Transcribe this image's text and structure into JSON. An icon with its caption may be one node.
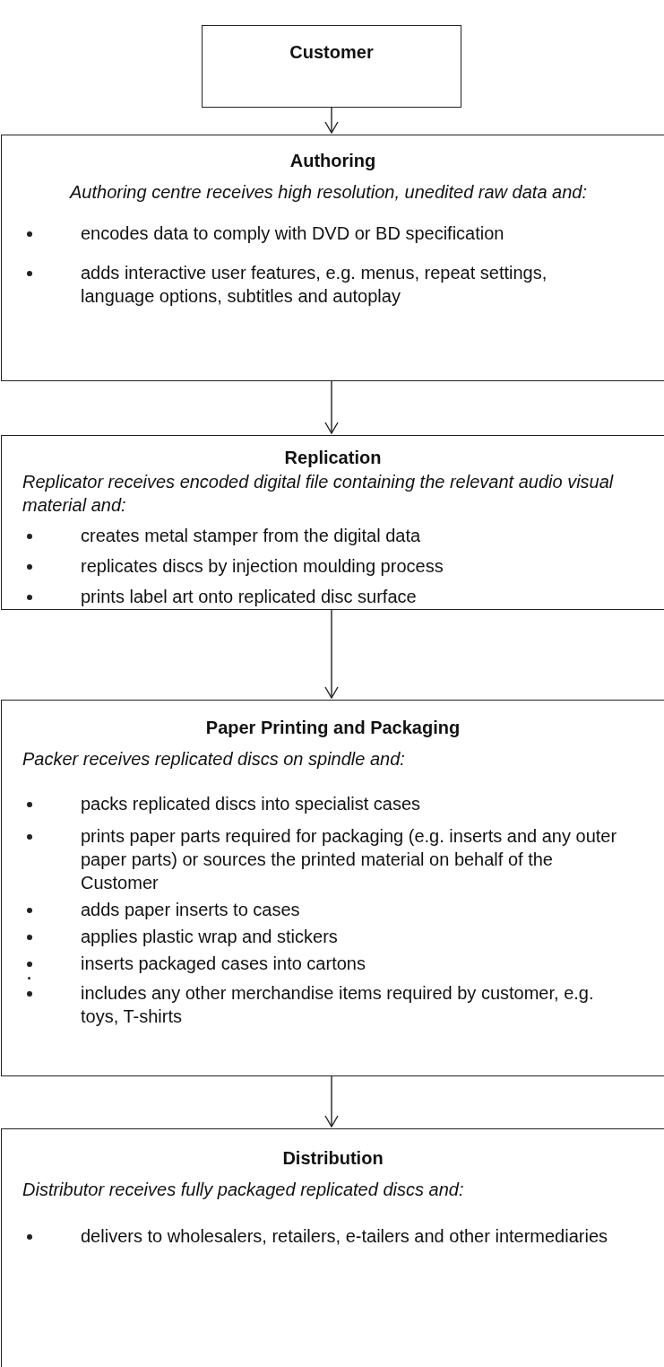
{
  "diagram": {
    "nodes": [
      {
        "text": [
          "Customer"
        ]
      },
      {
        "text": [
          "Authoring",
          "Authoring centre receives high resolution, unedited raw data and:",
          "encodes data to comply with DVD or BD specification",
          "adds interactive user features, e.g. menus, repeat settings, language options, subtitles and autoplay"
        ]
      },
      {
        "text": [
          "Replication",
          "Replicator receives encoded digital file containing the relevant audio visual material and:",
          "creates metal stamper from the digital data",
          "replicates discs by injection moulding process",
          "prints label art onto replicated disc surface"
        ]
      },
      {
        "text": [
          "Paper Printing and Packaging",
          "Packer receives replicated discs on spindle and:",
          "packs replicated discs into specialist cases",
          "prints paper parts required for packaging (e.g. inserts and any outer paper parts) or sources the printed material on behalf of the Customer",
          "adds paper inserts to cases",
          "applies plastic wrap and stickers",
          "inserts packaged cases into cartons",
          "includes any other merchandise items required by customer, e.g. toys, T-shirts"
        ]
      },
      {
        "text": [
          "Distribution",
          "Distributor receives fully packaged replicated discs and:",
          "delivers to wholesalers, retailers, e-tailers and other intermediaries"
        ]
      }
    ],
    "edges": [
      {
        "from": 0,
        "to": 1,
        "arrow": "to"
      },
      {
        "from": 1,
        "to": 2,
        "arrow": "to"
      },
      {
        "from": 2,
        "to": 3,
        "arrow": "to"
      },
      {
        "from": 3,
        "to": 4,
        "arrow": "to"
      }
    ]
  }
}
